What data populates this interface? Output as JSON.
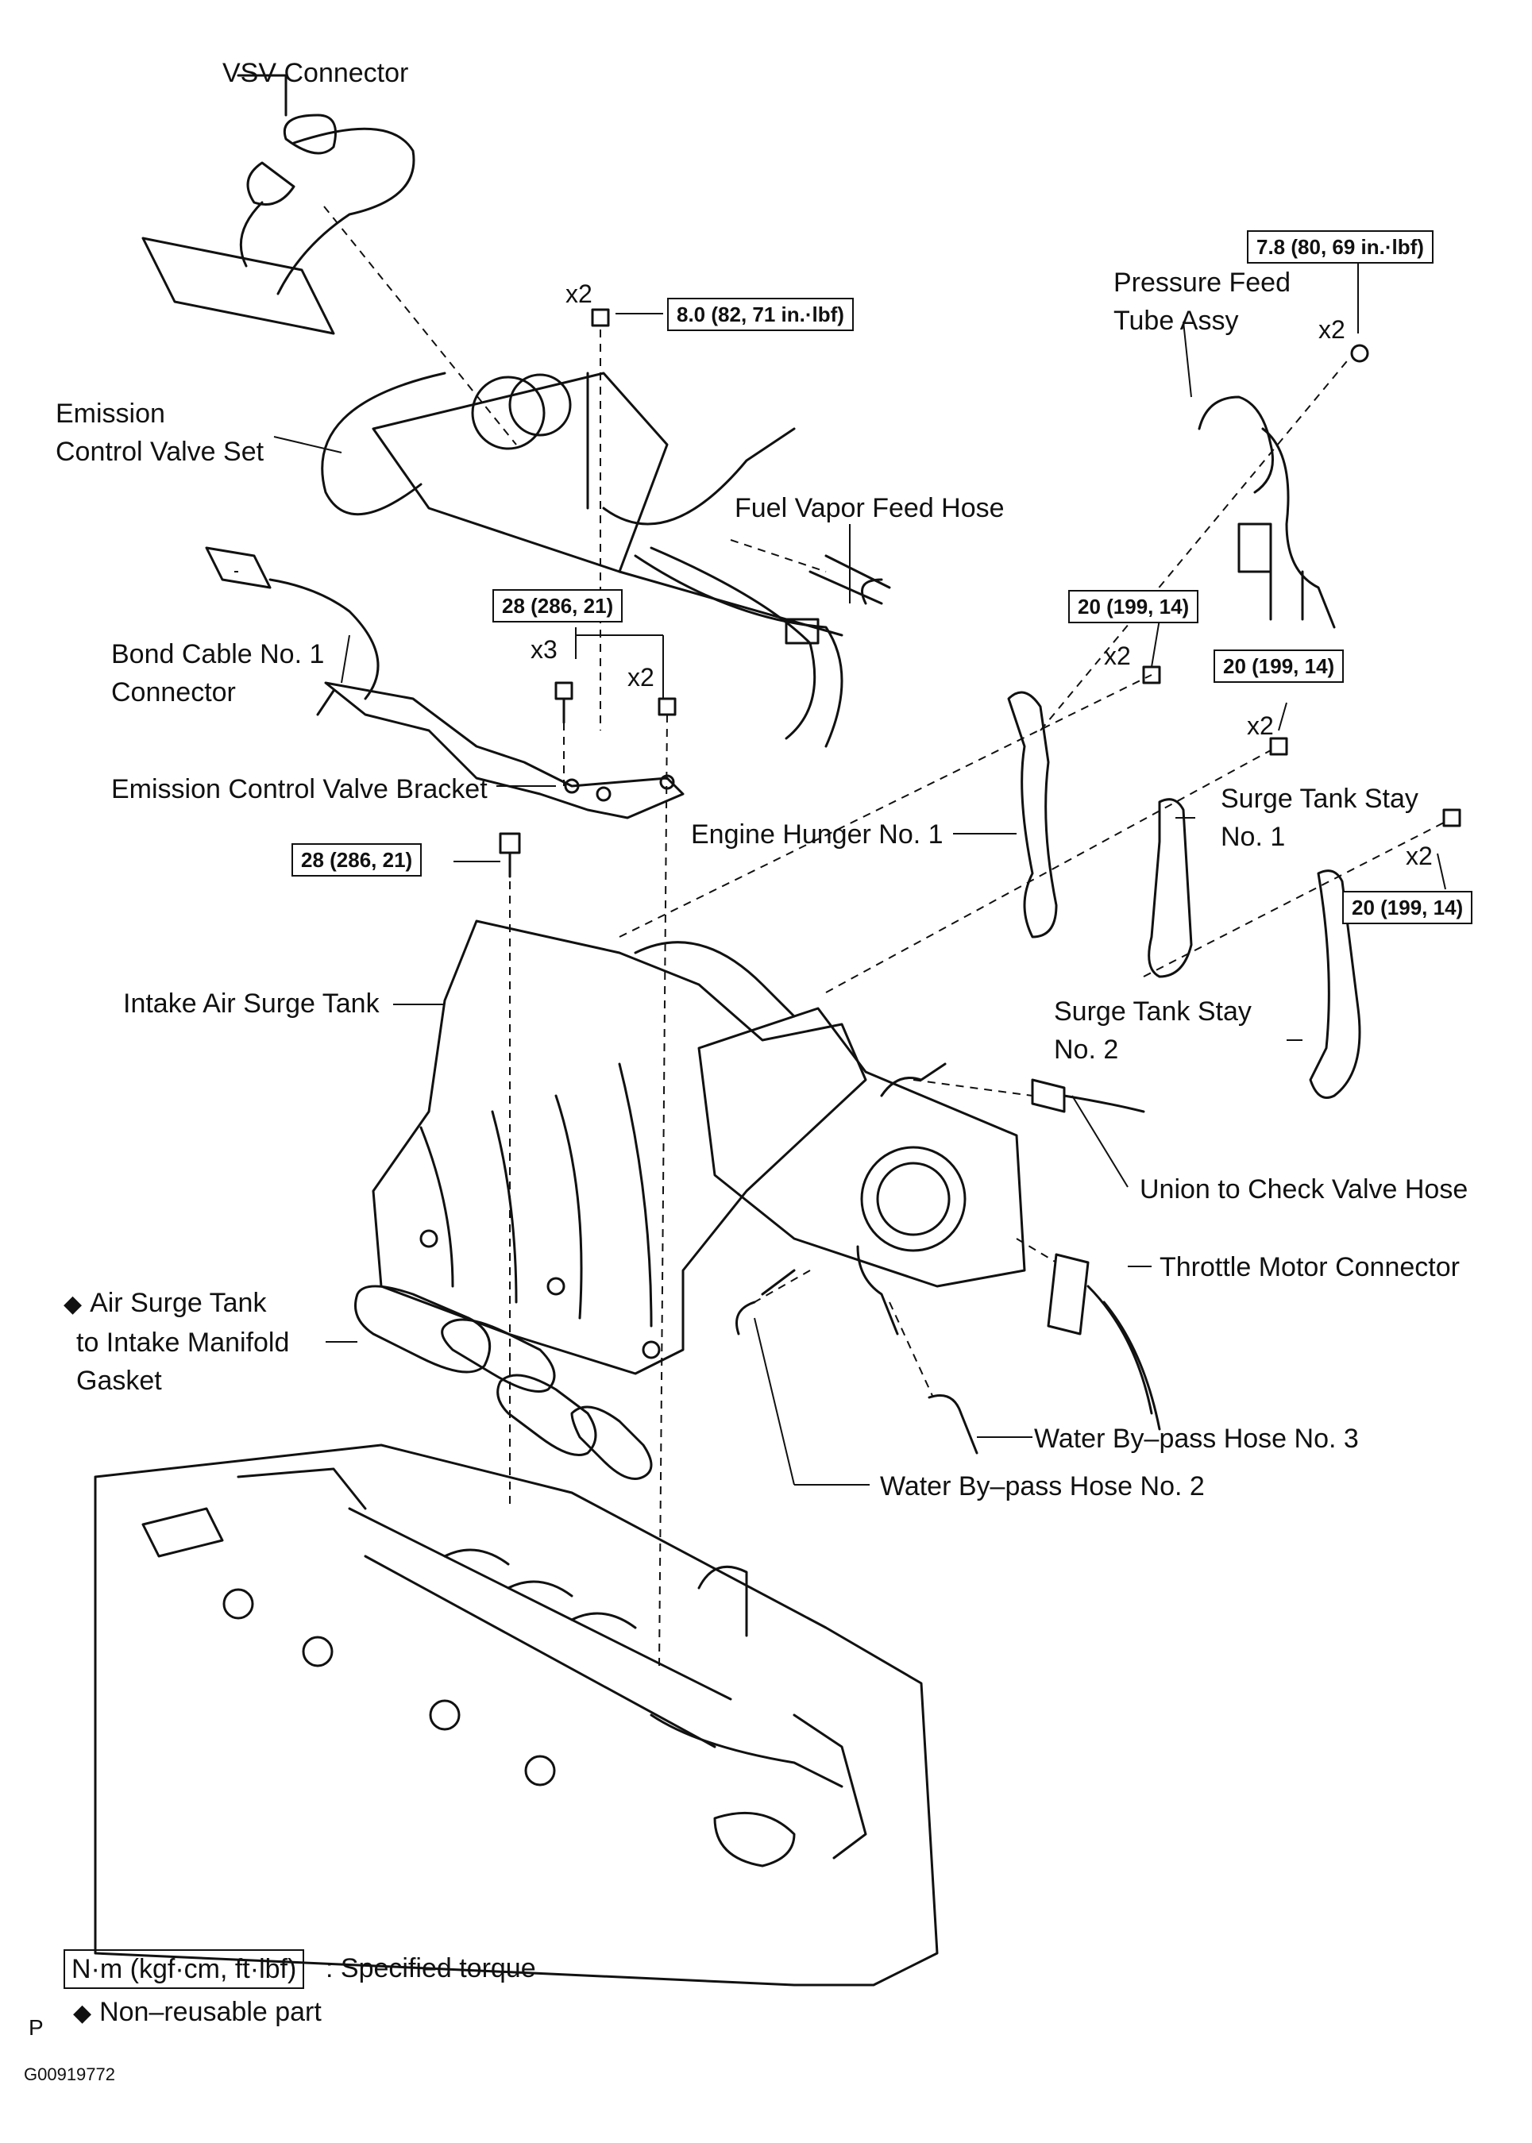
{
  "labels": {
    "vsv_connector": "VSV Connector",
    "pressure_feed_tube": [
      "Pressure Feed",
      "Tube Assy"
    ],
    "emission_control_valve_set": [
      "Emission",
      "Control Valve Set"
    ],
    "fuel_vapor_feed_hose": "Fuel Vapor Feed Hose",
    "bond_cable": [
      "Bond Cable No. 1",
      "Connector"
    ],
    "emission_control_valve_bracket": "Emission Control Valve Bracket",
    "engine_hunger": "Engine Hunger No. 1",
    "surge_tank_stay_1": [
      "Surge Tank Stay",
      "No. 1"
    ],
    "surge_tank_stay_2": [
      "Surge Tank Stay",
      "No. 2"
    ],
    "intake_air_surge_tank": "Intake Air Surge Tank",
    "union_to_check_valve_hose": "Union to Check Valve Hose",
    "throttle_motor_connector": "Throttle Motor Connector",
    "gasket": [
      "Air Surge Tank",
      "to Intake Manifold",
      "Gasket"
    ],
    "water_bypass_3": "Water By–pass Hose No. 3",
    "water_bypass_2": "Water By–pass Hose No. 2"
  },
  "torques": {
    "t_7_8": "7.8 (80, 69 in.·lbf)",
    "t_8_0": "8.0 (82, 71 in.·lbf)",
    "t_28_a": "28 (286, 21)",
    "t_28_b": "28 (286, 21)",
    "t_20_a": "20 (199, 14)",
    "t_20_b": "20 (199, 14)",
    "t_20_c": "20 (199, 14)"
  },
  "quantities": {
    "q_7_8": "x2",
    "q_8_0": "x2",
    "q_28_x3": "x3",
    "q_28_x2": "x2",
    "q_20_a": "x2",
    "q_20_b": "x2",
    "q_20_c": "x2"
  },
  "legend": {
    "torque_unit": "N·m (kgf·cm, ft·lbf)",
    "torque_text": ": Specified torque",
    "nonreusable_symbol": "◆",
    "nonreusable_text": "Non–reusable part"
  },
  "footer": {
    "page_letter": "P",
    "figure_id": "G00919772"
  }
}
